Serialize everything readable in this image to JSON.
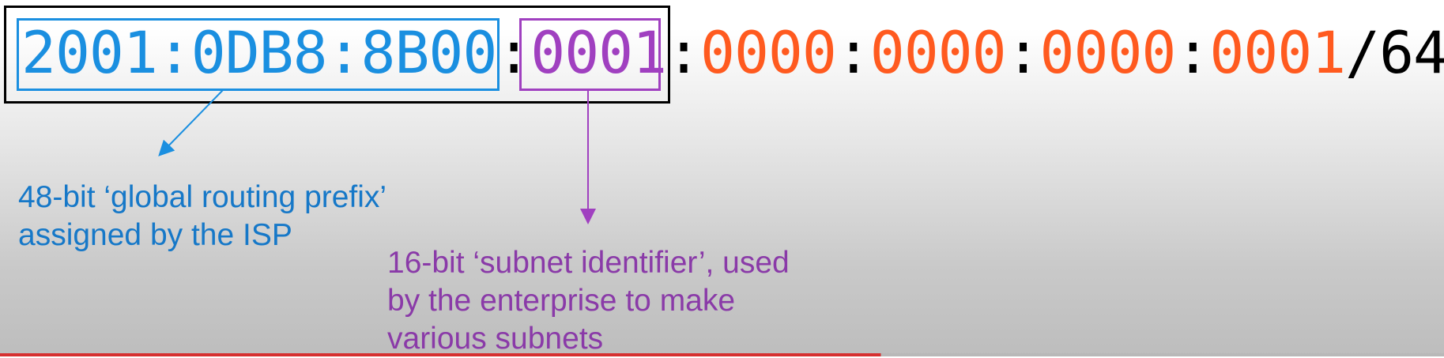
{
  "address": {
    "global_prefix": "2001:0DB8:8B00",
    "sep1": ":",
    "subnet_id": "0001",
    "sep2": ":",
    "interface_id": [
      {
        "hex": "0000",
        "sep": ":"
      },
      {
        "hex": "0000",
        "sep": ":"
      },
      {
        "hex": "0000",
        "sep": ":"
      },
      {
        "hex": "0001",
        "sep": ""
      }
    ],
    "prefix_length": "/64"
  },
  "annotations": {
    "global_prefix_note": "48-bit ‘global routing prefix’\nassigned by the ISP",
    "subnet_note": "16-bit ‘subnet identifier’, used\nby the enterprise to make\nvarious subnets"
  },
  "colors": {
    "global_prefix": "#1a8fe0",
    "subnet_id": "#a040c0",
    "interface_id": "#ff5a1f",
    "prefix_length": "#000000"
  }
}
